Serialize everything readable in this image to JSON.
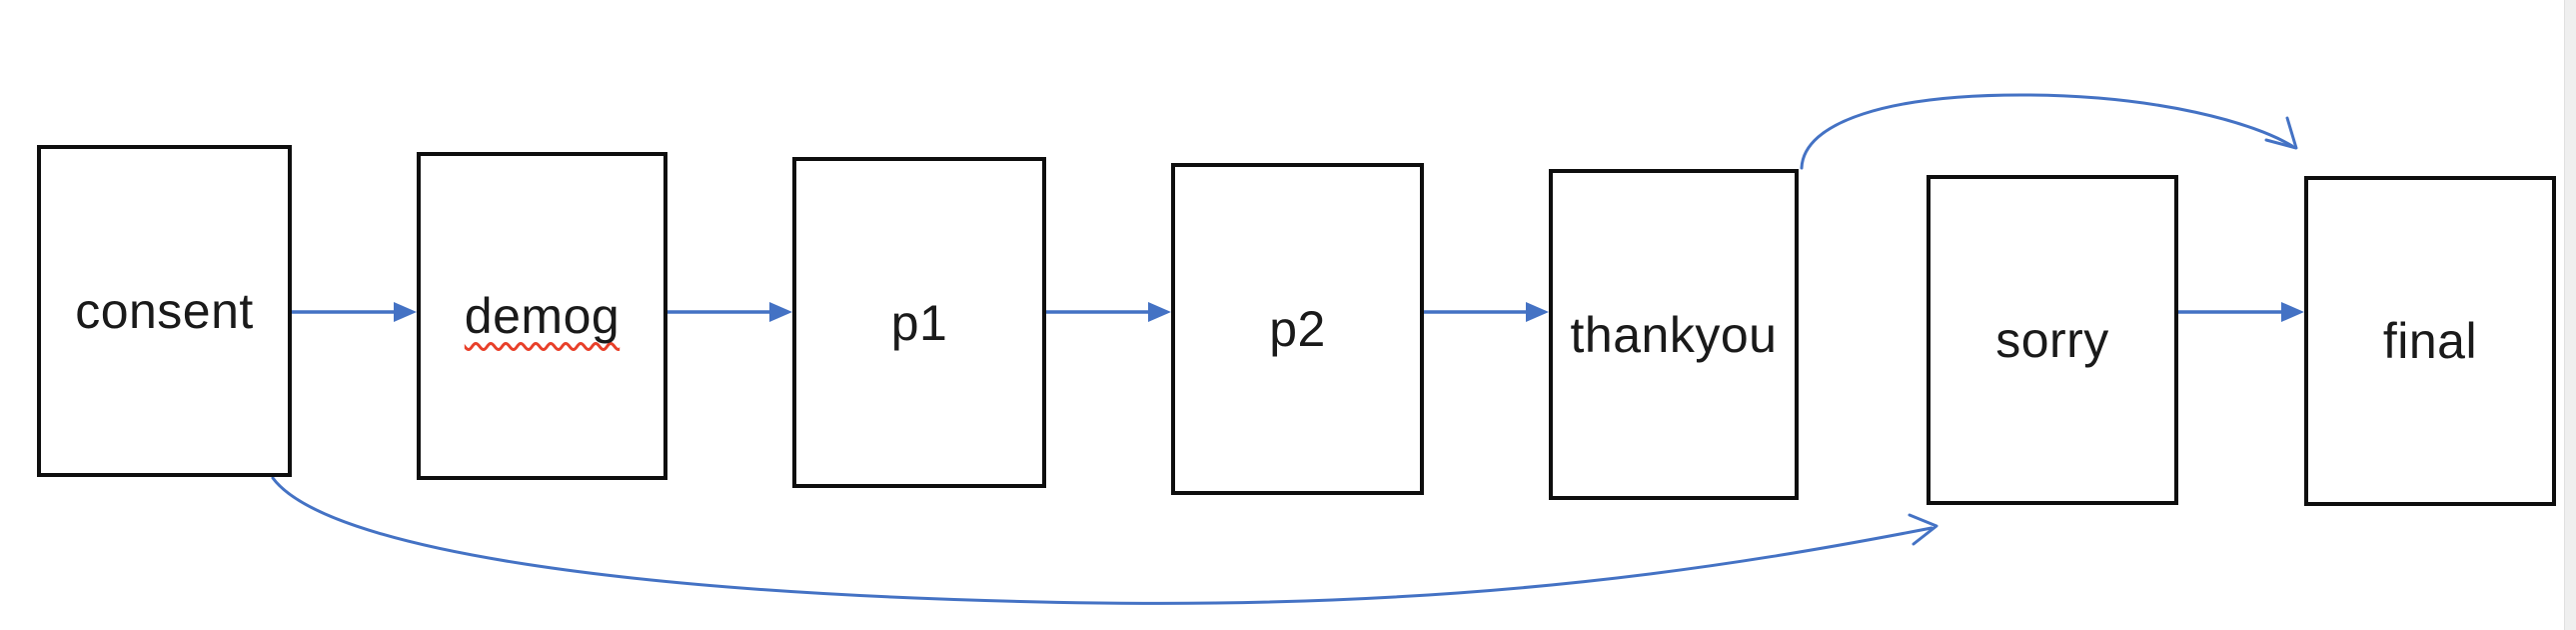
{
  "diagram": {
    "description": "survey flow diagram",
    "nodes": [
      {
        "id": "consent",
        "label": "consent",
        "spellcheck_underline": false
      },
      {
        "id": "demog",
        "label": "demog",
        "spellcheck_underline": true
      },
      {
        "id": "p1",
        "label": "p1",
        "spellcheck_underline": false
      },
      {
        "id": "p2",
        "label": "p2",
        "spellcheck_underline": false
      },
      {
        "id": "thankyou",
        "label": "thankyou",
        "spellcheck_underline": false
      },
      {
        "id": "sorry",
        "label": "sorry",
        "spellcheck_underline": false
      },
      {
        "id": "final",
        "label": "final",
        "spellcheck_underline": false
      }
    ],
    "edges": [
      {
        "from": "consent",
        "to": "demog",
        "style": "straight-solid-head"
      },
      {
        "from": "demog",
        "to": "p1",
        "style": "straight-solid-head"
      },
      {
        "from": "p1",
        "to": "p2",
        "style": "straight-solid-head"
      },
      {
        "from": "p2",
        "to": "thankyou",
        "style": "straight-solid-head"
      },
      {
        "from": "sorry",
        "to": "final",
        "style": "straight-solid-head"
      },
      {
        "from": "thankyou",
        "to": "final",
        "style": "curved-over-top-open-head"
      },
      {
        "from": "consent",
        "to": "sorry",
        "style": "curved-under-bottom-open-head"
      }
    ]
  },
  "colors": {
    "connector_blue": "#4472c4",
    "box_border": "#0e0e0e",
    "text": "#1a1a1a",
    "spellcheck_red": "#e8402a",
    "background": "#ffffff",
    "right_edge_strip": "#efefef",
    "right_edge_strip_border": "#e0e0e0"
  }
}
